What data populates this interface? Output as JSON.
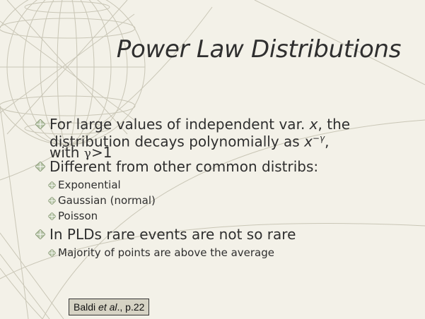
{
  "slide": {
    "title": "Power Law Distributions",
    "bullets": [
      {
        "line1_prefix": "For large values of independent var. ",
        "line1_var": "x",
        "line1_suffix": ", the",
        "line2_prefix": "distribution decays polynomially as ",
        "line2_base": "x",
        "line2_exp": "−γ",
        "line2_suffix": ",",
        "line3_prefix": "with ",
        "line3_gamma": "γ",
        "line3_suffix": ">1"
      },
      {
        "text": "Different from other common distribs:",
        "sub": [
          "Exponential",
          "Gaussian (normal)",
          "Poisson"
        ]
      },
      {
        "text": "In PLDs rare events are not so rare",
        "sub": [
          "Majority of points are above the average"
        ]
      }
    ],
    "citation": {
      "prefix": "Baldi ",
      "italic": "et al",
      "suffix": "., p.22"
    }
  },
  "colors": {
    "background": "#f3f1e8",
    "text": "#2f2f2f",
    "bullet": "#a9b79a",
    "citation_bg": "#d6d3c4"
  },
  "icons": [
    "bullet-diamond-icon",
    "decorative-globe-icon"
  ]
}
